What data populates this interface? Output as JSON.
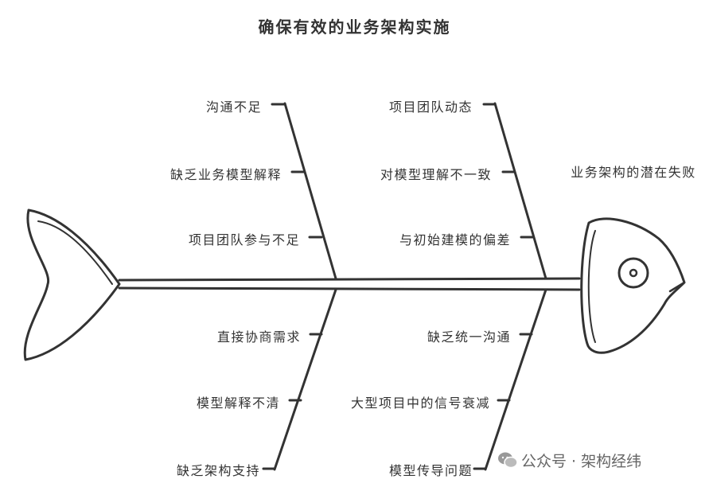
{
  "title": "确保有效的业务架构实施",
  "problem": "业务架构的潜在失败",
  "categories": {
    "top_left": [
      "沟通不足",
      "缺乏业务模型解释",
      "项目团队参与不足"
    ],
    "top_right": [
      "项目团队动态",
      "对模型理解不一致",
      "与初始建模的偏差"
    ],
    "bottom_left": [
      "直接协商需求",
      "模型解释不清",
      "缺乏架构支持"
    ],
    "bottom_right": [
      "缺乏统一沟通",
      "大型项目中的信号衰减",
      "模型传导问题"
    ]
  },
  "watermark": "公众号 · 架构经纬",
  "colors": {
    "stroke": "#333333",
    "text": "#333333"
  }
}
